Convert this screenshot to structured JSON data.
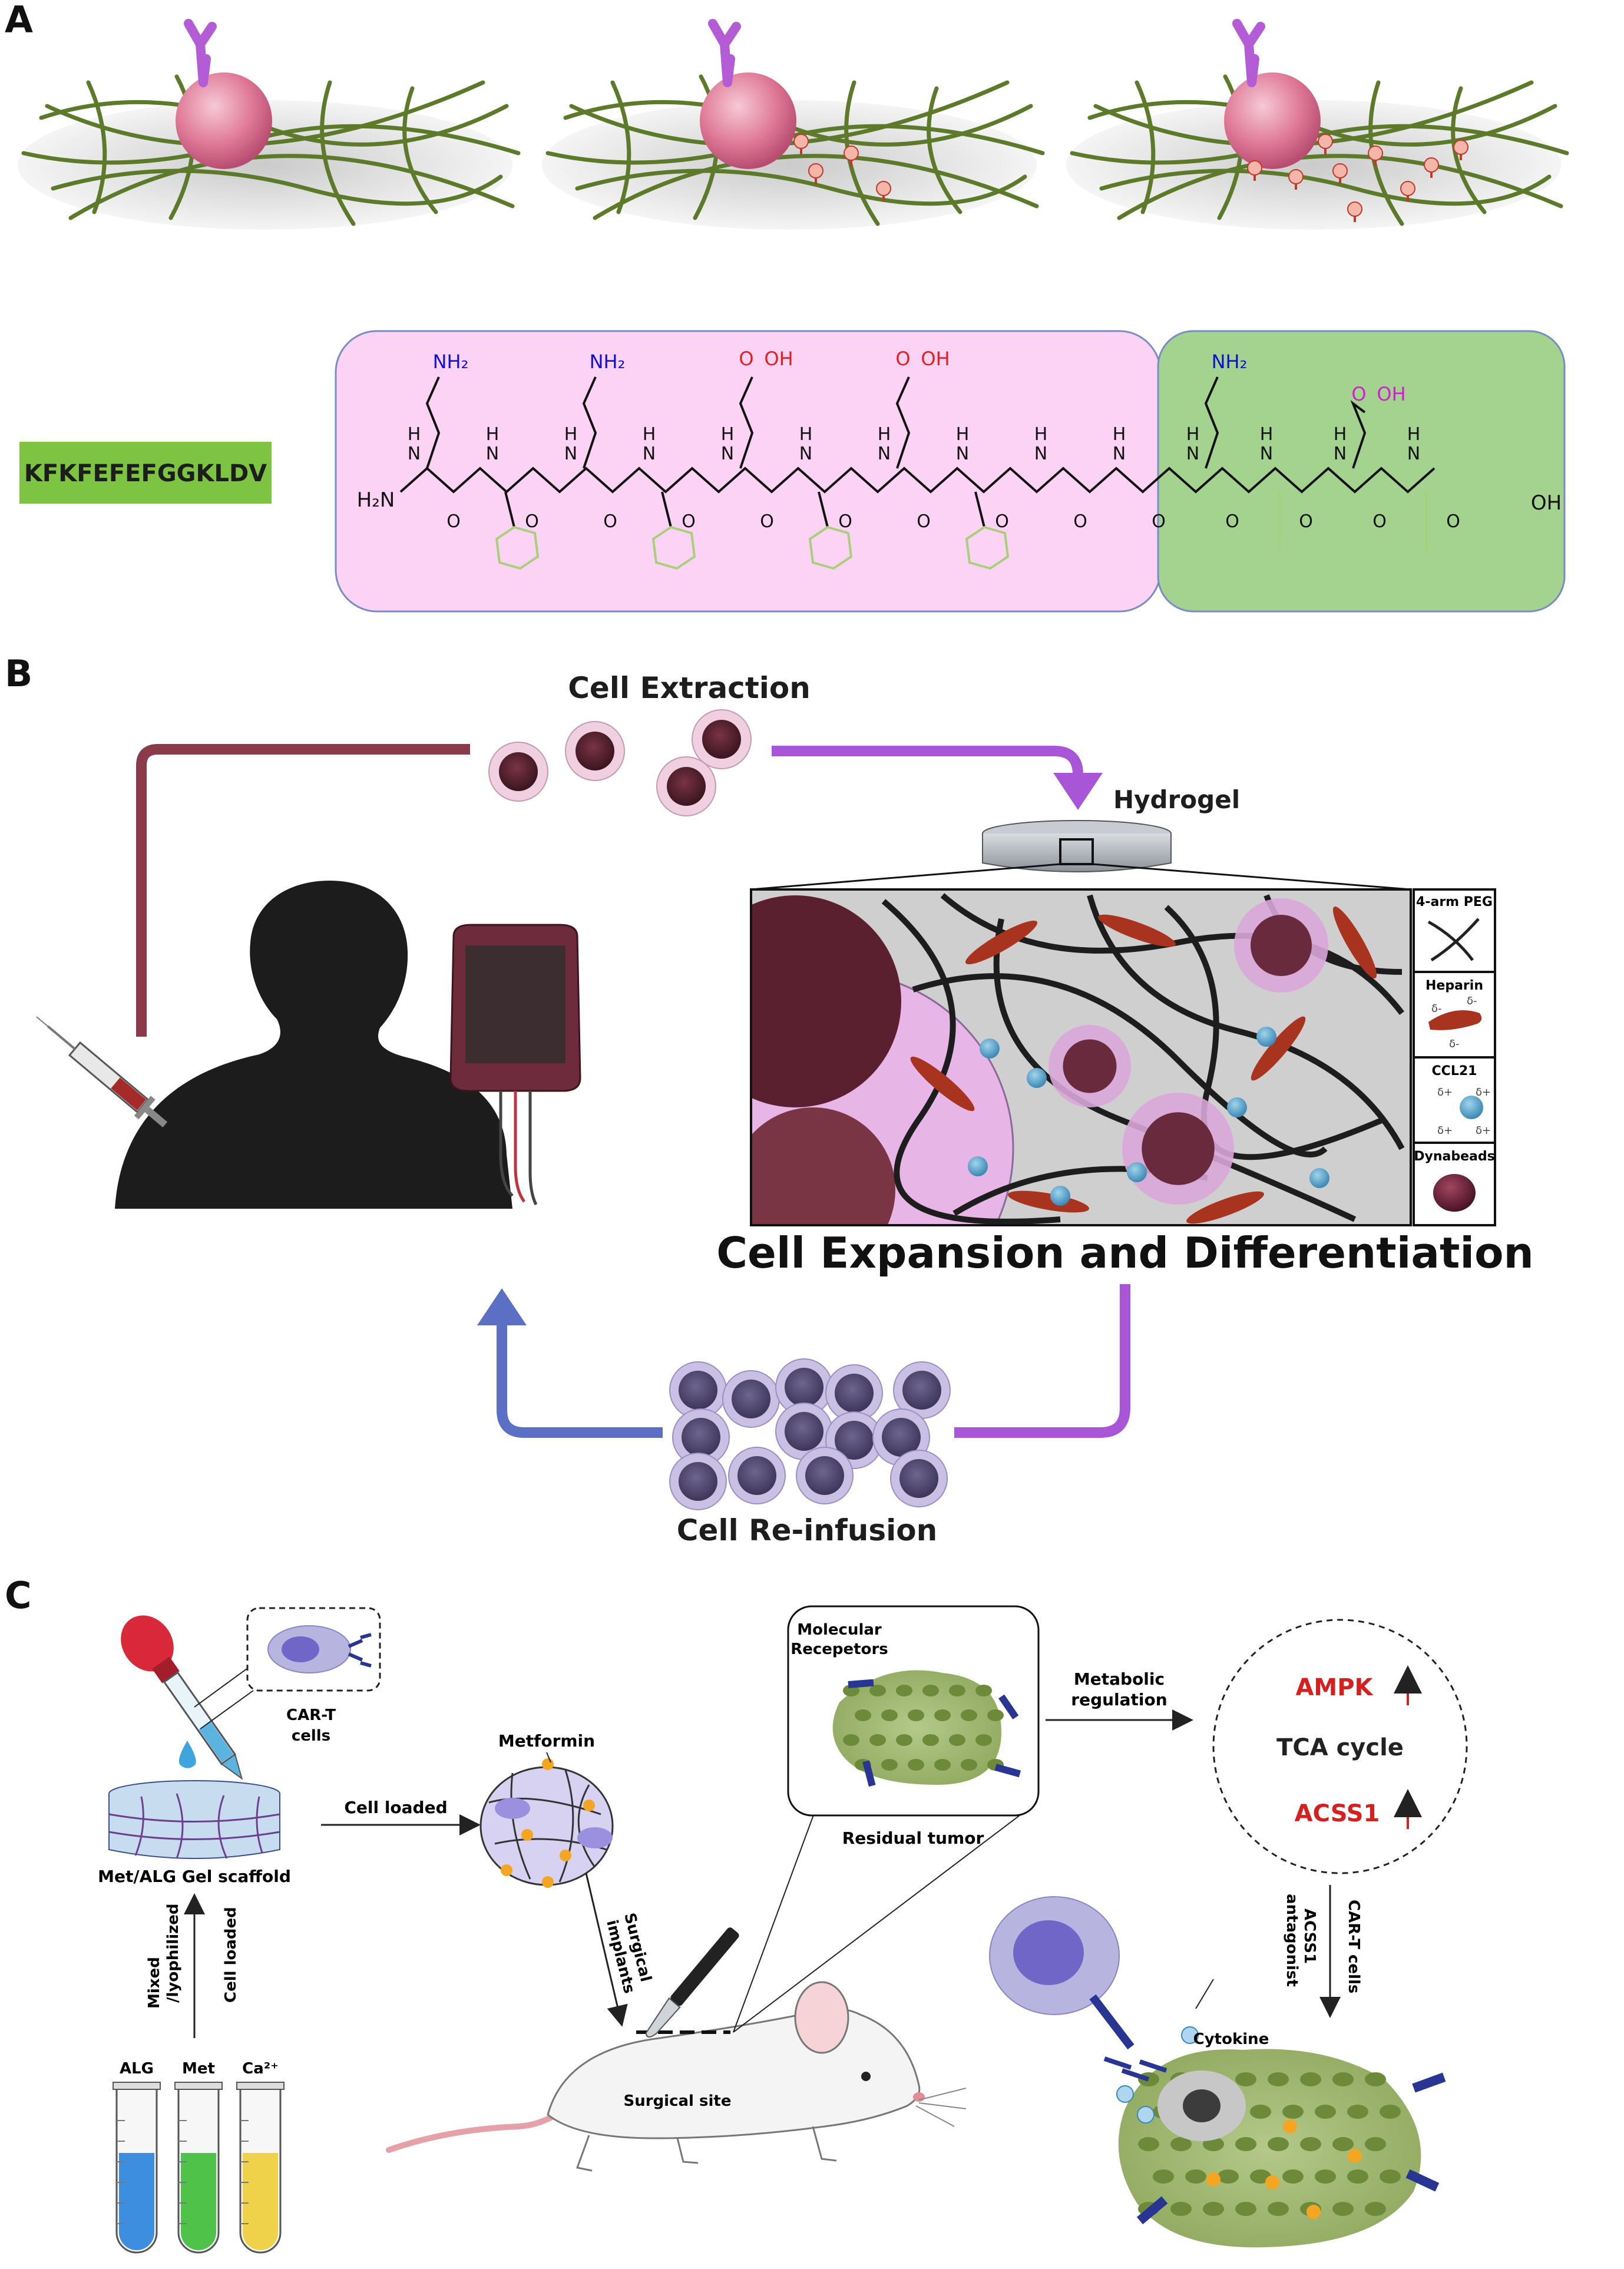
{
  "panel_labels": {
    "a": "A",
    "b": "B",
    "c": "C"
  },
  "panel_a": {
    "sequence": "KFKFEFEFGGKLDV",
    "chem": {
      "nh2": "NH₂",
      "h2n": "H₂N",
      "oh": "OH",
      "o": "O",
      "n": "N",
      "h": "H"
    }
  },
  "panel_b": {
    "cell_extraction": "Cell Extraction",
    "hydrogel": "Hydrogel",
    "expansion": "Cell Expansion and Differentiation",
    "reinfusion": "Cell Re-infusion",
    "legend": {
      "peg": "4-arm PEG",
      "heparin": "Heparin",
      "ccl21": "CCL21",
      "dynabeads": "Dynabeads",
      "delta_minus": "δ-",
      "delta_plus": "δ+"
    }
  },
  "panel_c": {
    "car_t": "CAR-T\ncells",
    "car_t_line1": "CAR-T",
    "car_t_line2": "cells",
    "scaffold": "Met/ALG Gel scaffold",
    "cell_loaded": "Cell loaded",
    "metformin": "Metformin",
    "mixed1": "Mixed",
    "mixed2": "/lyophilized",
    "cell_loaded_vertical": "Cell loaded",
    "tube_alg": "ALG",
    "tube_met": "Met",
    "tube_ca": "Ca²⁺",
    "surgical1": "Surgical",
    "surgical2": "implants",
    "surgical_site": "Surgical site",
    "receptors1": "Molecular",
    "receptors2": "Recepetors",
    "residual_tumor": "Residual tumor",
    "metabolic1": "Metabolic",
    "metabolic2": "regulation",
    "ampk": "AMPK",
    "tca": "TCA cycle",
    "acss1": "ACSS1",
    "acss1_ant1": "ACSS1",
    "acss1_ant2": "antagonist",
    "cart_cells_v": "CAR-T cells",
    "cytokine": "Cytokine"
  },
  "colors": {
    "pink_box": "#fdd3f5",
    "green_box": "#a4d28f",
    "seq_box": "#7cc442",
    "fiber": "#5d7a2a",
    "amine_blue": "#1010d0",
    "acid_red": "#e02020",
    "acid_magenta": "#d020d0",
    "phenyl_green": "#a8d07a",
    "arrow_dark_red": "#8b3a4a",
    "arrow_purple": "#a855d8",
    "arrow_blue": "#5b6fc4",
    "text_red": "#d62020"
  }
}
